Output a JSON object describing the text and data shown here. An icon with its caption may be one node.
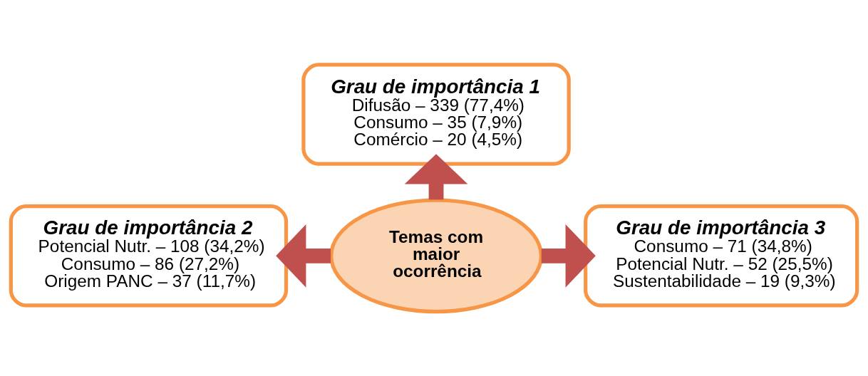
{
  "diagram": {
    "nodes": [
      {
        "text": [
          "Temas com maior ocorrência"
        ]
      },
      {
        "text": [
          "Grau de importância 1",
          "Difusão – 339 (77,4%)",
          "Consumo – 35 (7,9%)",
          "Comércio – 20 (4,5%)"
        ]
      },
      {
        "text": [
          "Grau de importância 2",
          "Potencial Nutr. – 108 (34,2%)",
          "Consumo – 86 (27,2%)",
          "Origem PANC – 37 (11,7%)"
        ]
      },
      {
        "text": [
          "Grau de importância 3",
          "Consumo – 71 (34,8%)",
          "Potencial Nutr. – 52 (25,5%)",
          "Sustentabilidade – 19 (9,3%)"
        ]
      }
    ],
    "edges": [
      {
        "from": 0,
        "to": 1,
        "arrow": "to"
      },
      {
        "from": 0,
        "to": 2,
        "arrow": "to"
      },
      {
        "from": 0,
        "to": 3,
        "arrow": "to"
      }
    ]
  }
}
